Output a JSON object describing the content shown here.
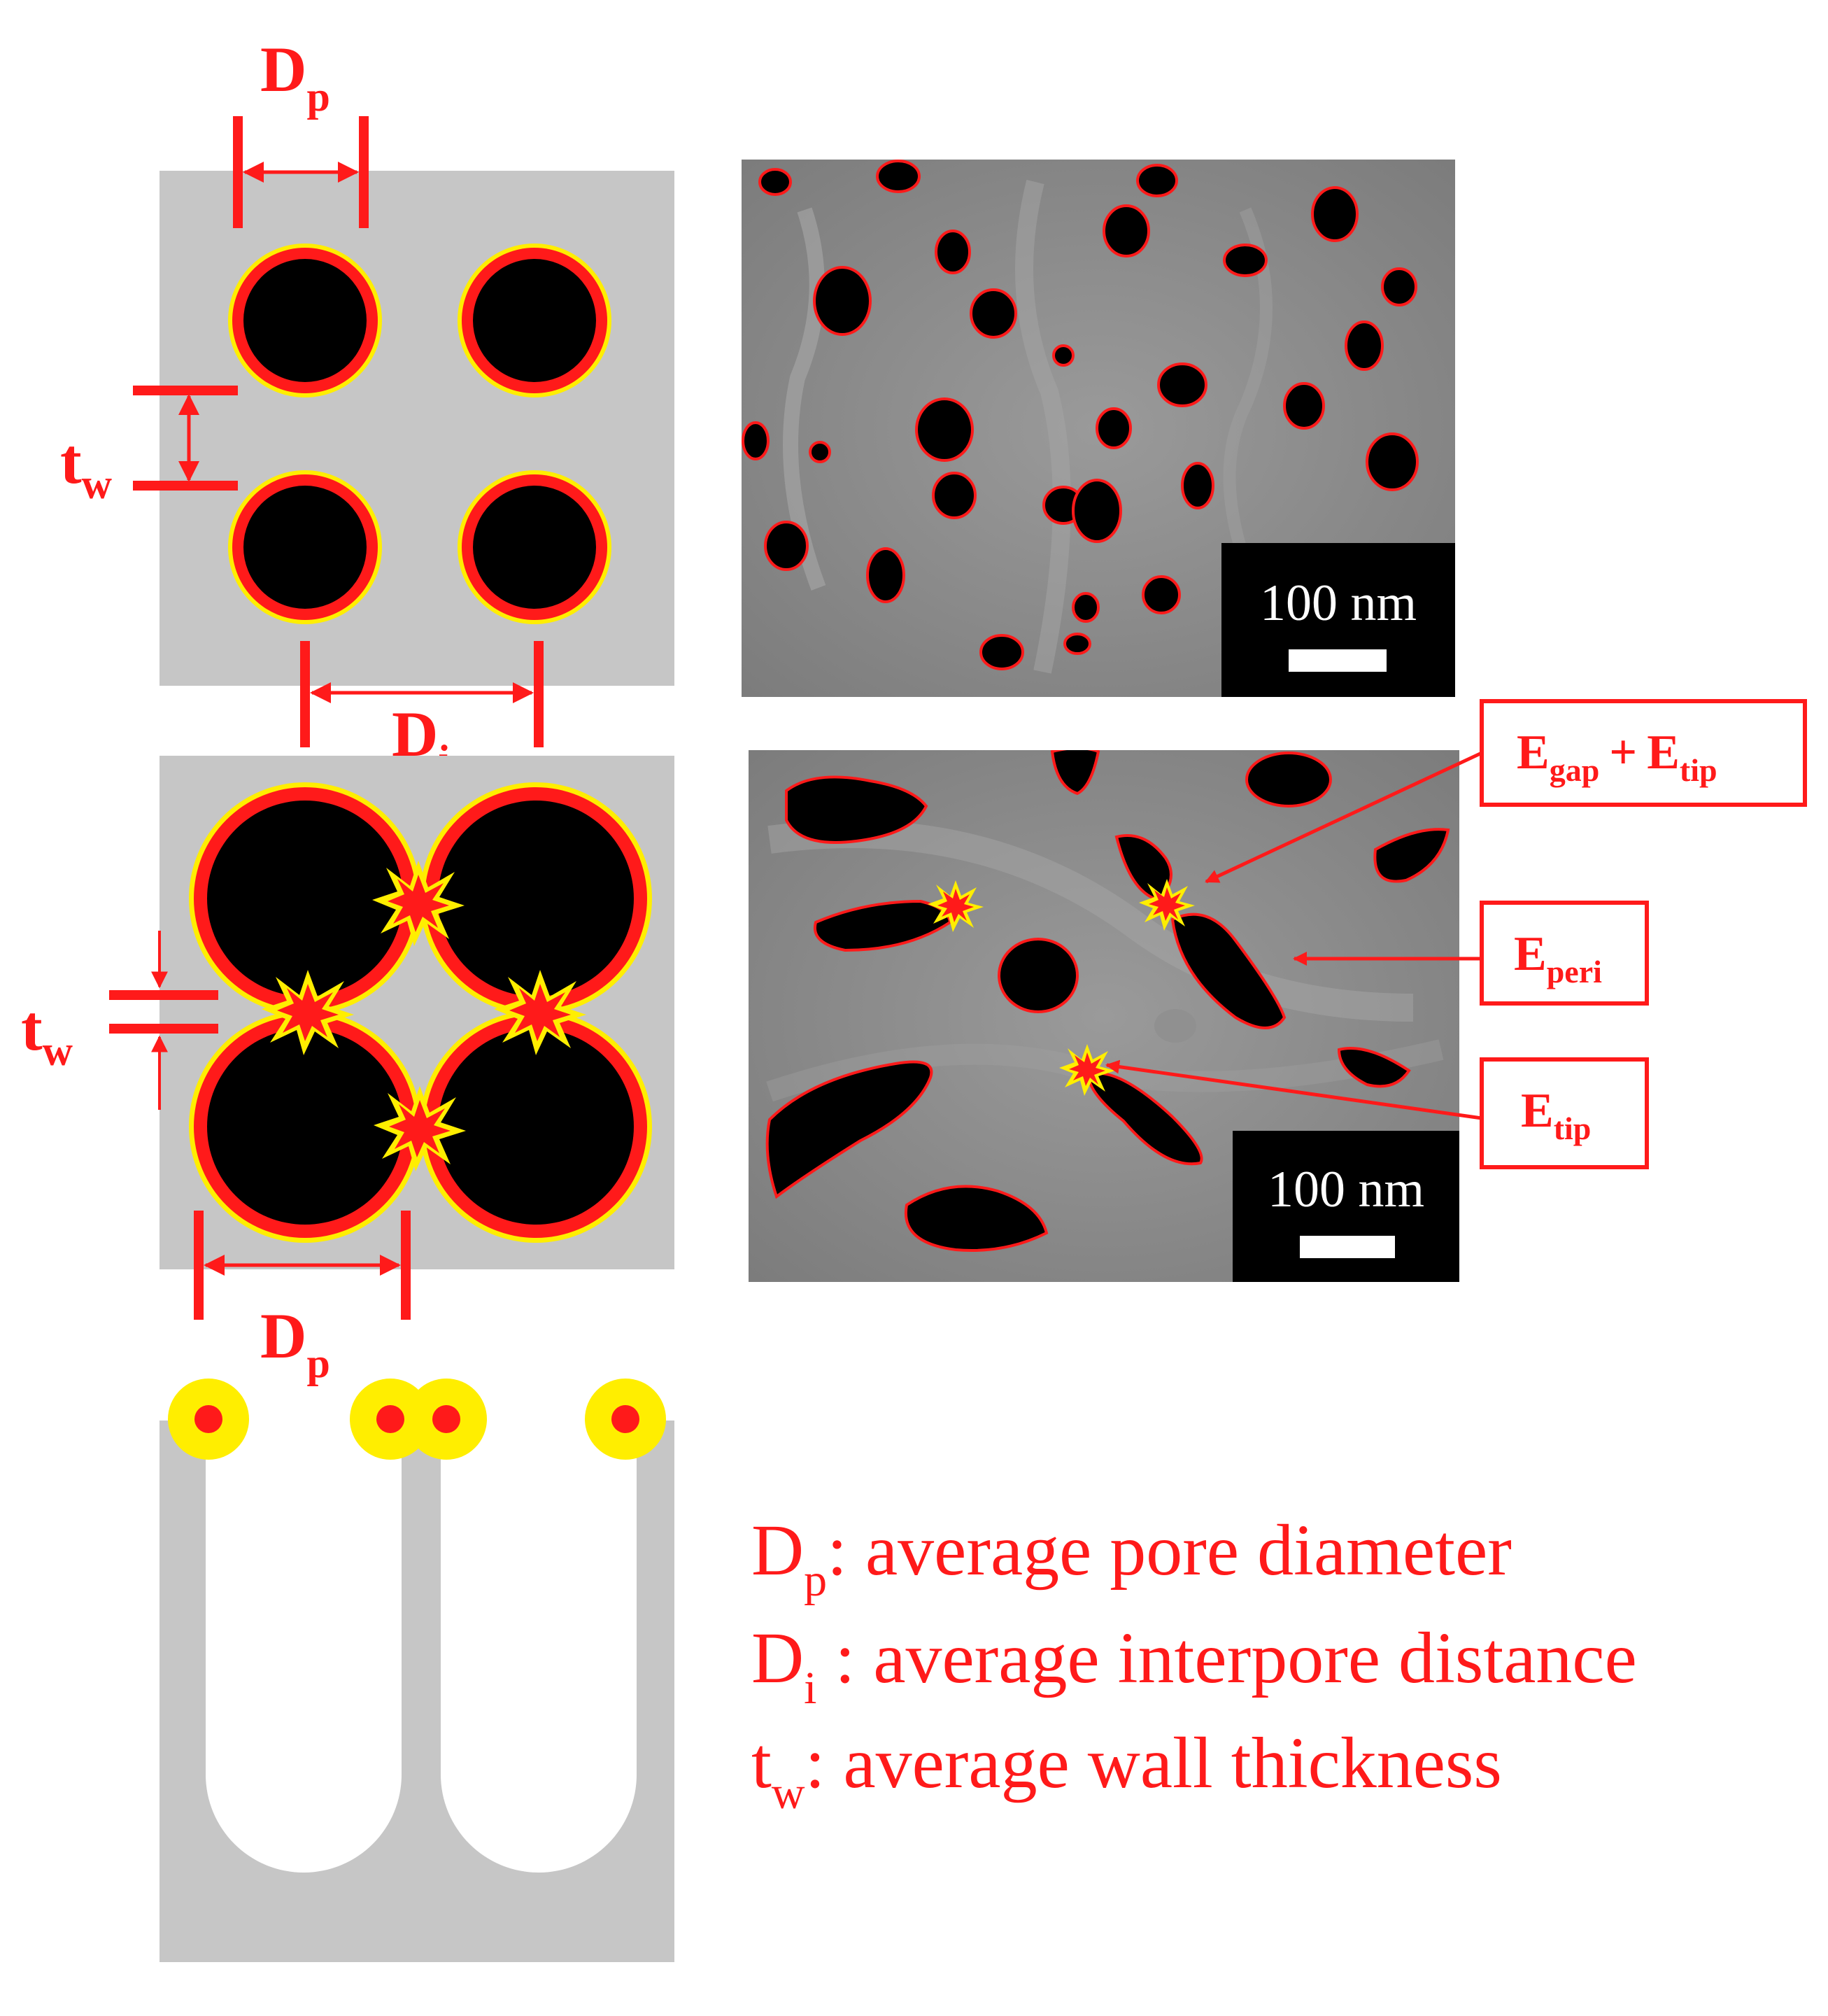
{
  "colors": {
    "accent": "#ff1a1a",
    "glow": "#ffee00",
    "substrate": "#c6c6c6",
    "pore": "#000000",
    "sem_background": "#8a8a8a",
    "scalebar_box": "#000000",
    "scalebar_text": "#ffffff"
  },
  "schematic_top": {
    "dp_label": {
      "main": "D",
      "sub": "p"
    },
    "tw_label": {
      "main": "t",
      "sub": "w"
    },
    "di_label": {
      "main": "D",
      "sub": "i"
    }
  },
  "schematic_middle": {
    "tw_label": {
      "main": "t",
      "sub": "w"
    },
    "dp_label": {
      "main": "D",
      "sub": "p"
    }
  },
  "sem_top": {
    "scalebar": {
      "label": "100 nm"
    }
  },
  "sem_bottom": {
    "scalebar": {
      "label": "100 nm"
    },
    "callouts": [
      {
        "id": "gap-tip",
        "main": "E",
        "sub": "gap",
        "plus": "+",
        "main2": "E",
        "sub2": "tip"
      },
      {
        "id": "peri",
        "main": "E",
        "sub": "peri"
      },
      {
        "id": "tip",
        "main": "E",
        "sub": "tip"
      }
    ]
  },
  "legend": [
    {
      "symbol": "D",
      "sub": "p",
      "text": ": average pore diameter"
    },
    {
      "symbol": "D",
      "sub": "i",
      "text": " : average interpore distance"
    },
    {
      "symbol": "t",
      "sub": "w",
      "text": ": average wall thickness"
    }
  ]
}
